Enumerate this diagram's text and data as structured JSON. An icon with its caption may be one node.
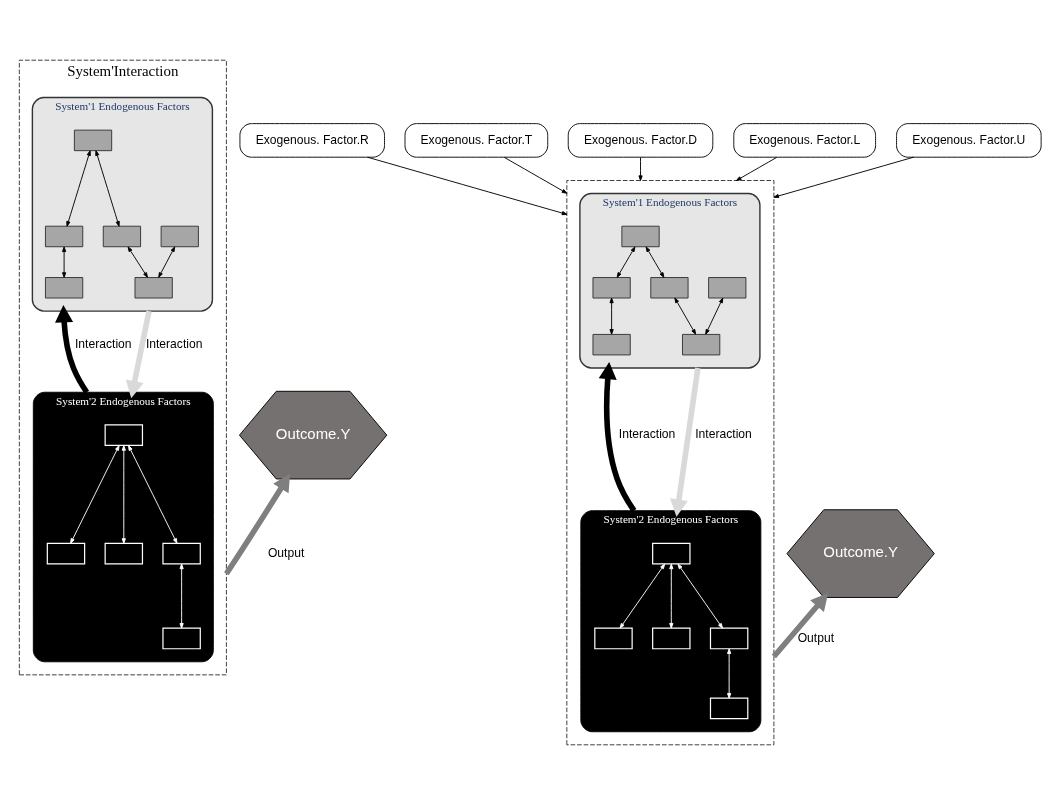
{
  "diagram": {
    "nodes": [
      {
        "text": [
          "System'Interaction"
        ]
      },
      {
        "text": [
          "System'1 Endogenous Factors"
        ],
        "in": 0
      },
      {
        "text": [],
        "shape": "box",
        "in": 1
      },
      {
        "text": [],
        "shape": "box",
        "in": 1
      },
      {
        "text": [],
        "shape": "box",
        "in": 1
      },
      {
        "text": [],
        "shape": "box",
        "in": 1
      },
      {
        "text": [],
        "shape": "box",
        "in": 1
      },
      {
        "text": [],
        "shape": "box",
        "in": 1
      },
      {
        "text": [
          "System'2 Endogenous Factors"
        ],
        "in": 0
      },
      {
        "text": [],
        "shape": "box",
        "in": 8
      },
      {
        "text": [],
        "shape": "box",
        "in": 8
      },
      {
        "text": [],
        "shape": "box",
        "in": 8
      },
      {
        "text": [],
        "shape": "box",
        "in": 8
      },
      {
        "text": [],
        "shape": "box",
        "in": 8
      },
      {
        "text": [
          "Outcome.Y"
        ]
      },
      {
        "text": [
          "Exogenous. Factor.R"
        ]
      },
      {
        "text": [
          "Exogenous. Factor.T"
        ]
      },
      {
        "text": [],
        "shape": "cloud"
      },
      {
        "text": [
          "System'1 Endogenous Factors"
        ],
        "in": 17
      },
      {
        "text": [],
        "shape": "box",
        "in": 18
      },
      {
        "text": [],
        "shape": "box",
        "in": 18
      },
      {
        "text": [],
        "shape": "box",
        "in": 18
      },
      {
        "text": [],
        "shape": "box",
        "in": 18
      },
      {
        "text": [],
        "shape": "box",
        "in": 18
      },
      {
        "text": [],
        "shape": "box",
        "in": 18
      },
      {
        "text": [
          "System'2 Endogenous Factors"
        ],
        "in": 17
      },
      {
        "text": [],
        "shape": "box",
        "in": 25
      },
      {
        "text": [],
        "shape": "box",
        "in": 25
      },
      {
        "text": [],
        "shape": "box",
        "in": 25
      },
      {
        "text": [],
        "shape": "box",
        "in": 25
      },
      {
        "text": [],
        "shape": "box",
        "in": 25
      },
      {
        "text": [
          "Exogenous. Factor.D"
        ]
      },
      {
        "text": [
          "Outcome.Y"
        ]
      },
      {
        "text": [
          "Exogenous. Factor.L"
        ]
      },
      {
        "text": [
          "Exogenous. Factor.U"
        ]
      }
    ],
    "edges": [
      {
        "from": 2,
        "to": 3,
        "arrow": "both"
      },
      {
        "from": 3,
        "to": 4,
        "arrow": "both"
      },
      {
        "from": 2,
        "to": 6,
        "arrow": "both"
      },
      {
        "from": 6,
        "to": 5,
        "arrow": "both"
      },
      {
        "from": 7,
        "to": 5,
        "arrow": "both"
      },
      {
        "from": 10,
        "to": 9,
        "arrow": "both",
        "color": "#ffffff"
      },
      {
        "from": 10,
        "to": 11,
        "arrow": "both",
        "color": "#ffffff"
      },
      {
        "from": 10,
        "to": 12,
        "arrow": "both",
        "color": "#ffffff"
      },
      {
        "from": 12,
        "to": 13,
        "arrow": "both",
        "color": "#ffffff"
      },
      {
        "from": 8,
        "to": 1,
        "arrow": "to",
        "label": "Interaction",
        "style": "thick"
      },
      {
        "from": 1,
        "to": 8,
        "arrow": "to",
        "label": "Interaction",
        "style": "thick",
        "color": "#d9d9d9"
      },
      {
        "from": 0,
        "to": 14,
        "arrow": "to",
        "label": "Output",
        "style": "thick",
        "color": "#7f7f7f"
      },
      {
        "from": 19,
        "to": 20,
        "arrow": "both"
      },
      {
        "from": 20,
        "to": 21,
        "arrow": "both"
      },
      {
        "from": 19,
        "to": 23,
        "arrow": "both"
      },
      {
        "from": 23,
        "to": 22,
        "arrow": "both"
      },
      {
        "from": 24,
        "to": 22,
        "arrow": "both"
      },
      {
        "from": 27,
        "to": 26,
        "arrow": "both",
        "color": "#ffffff"
      },
      {
        "from": 27,
        "to": 28,
        "arrow": "both",
        "color": "#ffffff"
      },
      {
        "from": 27,
        "to": 29,
        "arrow": "both",
        "color": "#ffffff"
      },
      {
        "from": 29,
        "to": 30,
        "arrow": "both",
        "color": "#ffffff"
      },
      {
        "from": 25,
        "to": 18,
        "arrow": "to",
        "label": "Interaction",
        "style": "thick"
      },
      {
        "from": 18,
        "to": 25,
        "arrow": "to",
        "label": "Interaction",
        "style": "thick",
        "color": "#d9d9d9"
      },
      {
        "from": 17,
        "to": 32,
        "arrow": "to",
        "label": "Output",
        "style": "thick",
        "color": "#7f7f7f"
      },
      {
        "from": 15,
        "to": 17,
        "arrow": "to"
      },
      {
        "from": 16,
        "to": 17,
        "arrow": "to"
      },
      {
        "from": 31,
        "to": 17,
        "arrow": "to"
      },
      {
        "from": 33,
        "to": 17,
        "arrow": "to"
      },
      {
        "from": 34,
        "to": 17,
        "arrow": "to"
      }
    ]
  }
}
